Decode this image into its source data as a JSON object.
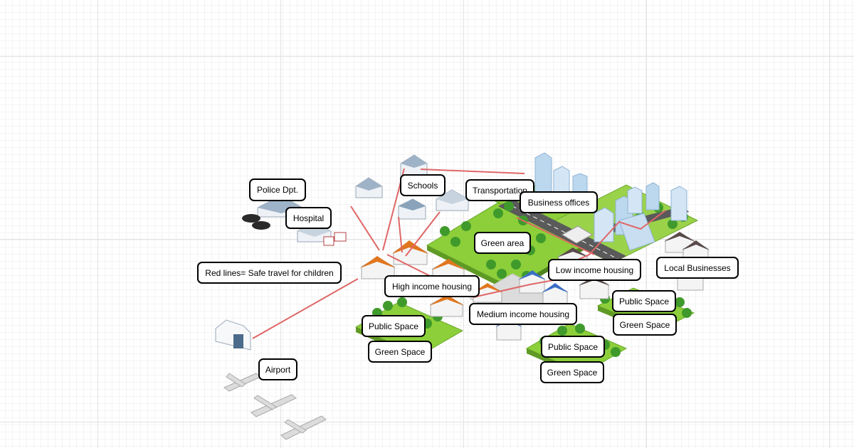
{
  "diagram": {
    "legend": "Red lines= Safe travel for children",
    "colors": {
      "safe_route": "#e06666",
      "grass": "#8ccf3a",
      "tree": "#3f9a2b",
      "road": "#5a5a5a",
      "roof_high": "#e0761e",
      "roof_medium": "#3a6fc4",
      "roof_low": "#5a4a4a",
      "tower": "#bcd8ee",
      "label_border": "#000000"
    },
    "labels": {
      "police": "Police Dpt.",
      "hospital": "Hospital",
      "schools": "Schools",
      "transportation": "Transportation",
      "business": "Business offices",
      "green_area": "Green area",
      "low_income": "Low income housing",
      "local_business": "Local Businesses",
      "high_income": "High income housing",
      "public_space_left": "Public Space",
      "green_space_left": "Green Space",
      "medium_income": "Medium income housing",
      "public_space_right": "Public Space",
      "green_space_right": "Green Space",
      "public_space_mid": "Public Space",
      "green_space_mid": "Green Space",
      "airport": "Airport"
    }
  }
}
